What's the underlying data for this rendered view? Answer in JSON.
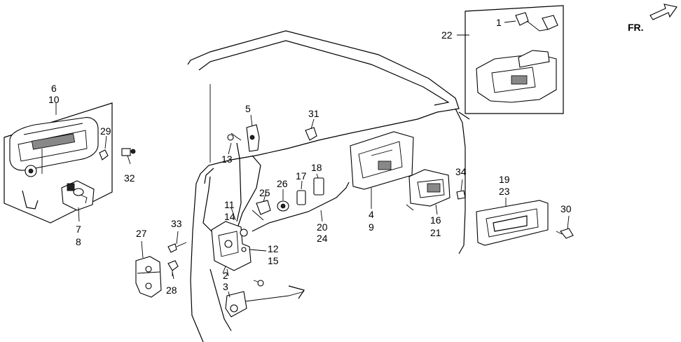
{
  "direction_marker": {
    "label": "FR."
  },
  "callouts": [
    {
      "id": "c1",
      "text": "1"
    },
    {
      "id": "c2",
      "text": "2"
    },
    {
      "id": "c3",
      "text": "3"
    },
    {
      "id": "c4",
      "text": "4"
    },
    {
      "id": "c5",
      "text": "5"
    },
    {
      "id": "c6",
      "text": "6"
    },
    {
      "id": "c7",
      "text": "7"
    },
    {
      "id": "c8",
      "text": "8"
    },
    {
      "id": "c9",
      "text": "9"
    },
    {
      "id": "c10",
      "text": "10"
    },
    {
      "id": "c11",
      "text": "11"
    },
    {
      "id": "c12",
      "text": "12"
    },
    {
      "id": "c13",
      "text": "13"
    },
    {
      "id": "c14",
      "text": "14"
    },
    {
      "id": "c15",
      "text": "15"
    },
    {
      "id": "c16",
      "text": "16"
    },
    {
      "id": "c17",
      "text": "17"
    },
    {
      "id": "c18",
      "text": "18"
    },
    {
      "id": "c19",
      "text": "19"
    },
    {
      "id": "c20",
      "text": "20"
    },
    {
      "id": "c21",
      "text": "21"
    },
    {
      "id": "c22",
      "text": "22"
    },
    {
      "id": "c23",
      "text": "23"
    },
    {
      "id": "c24",
      "text": "24"
    },
    {
      "id": "c25",
      "text": "25"
    },
    {
      "id": "c26",
      "text": "26"
    },
    {
      "id": "c27",
      "text": "27"
    },
    {
      "id": "c28",
      "text": "28"
    },
    {
      "id": "c29",
      "text": "29"
    },
    {
      "id": "c30",
      "text": "30"
    },
    {
      "id": "c31",
      "text": "31"
    },
    {
      "id": "c32",
      "text": "32"
    },
    {
      "id": "c33",
      "text": "33"
    },
    {
      "id": "c34",
      "text": "34"
    }
  ]
}
